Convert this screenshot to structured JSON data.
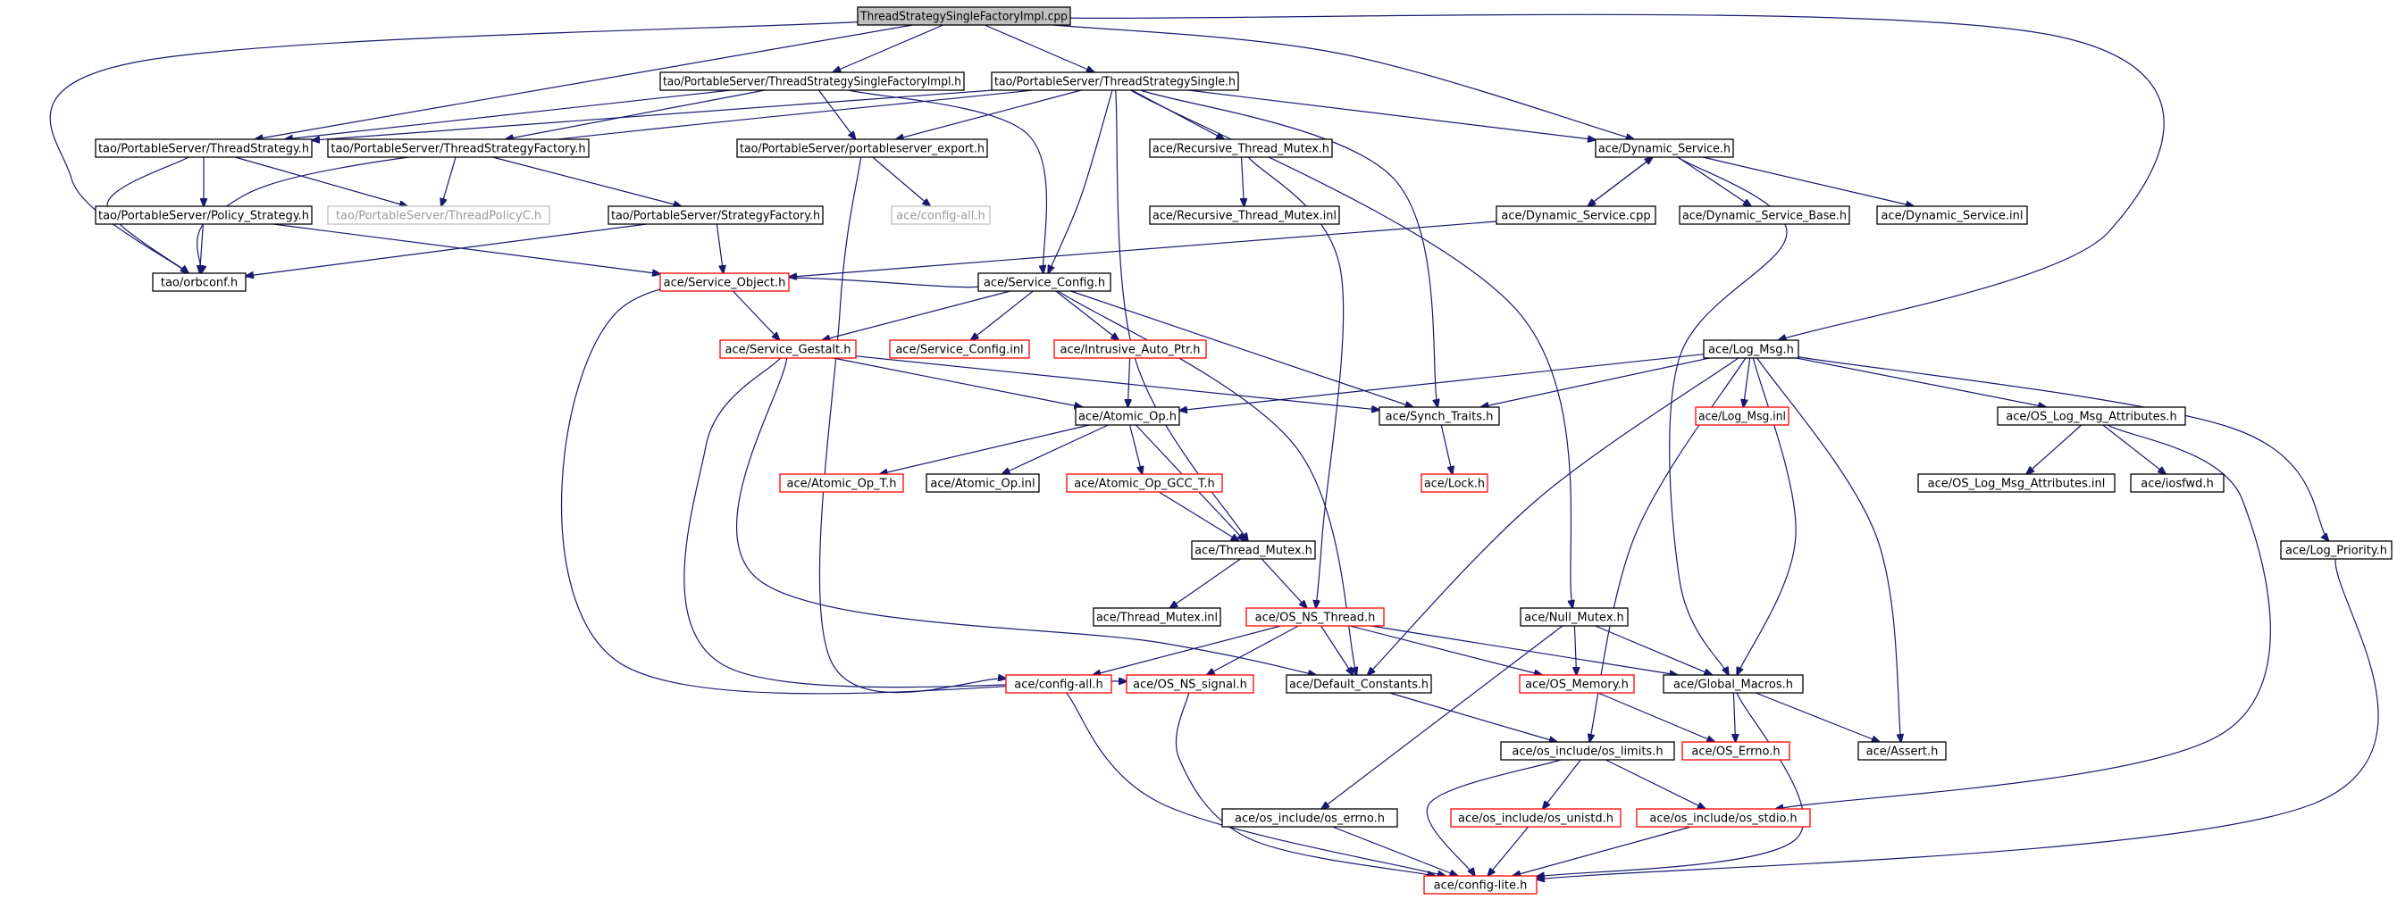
{
  "colors": {
    "edge": "#191970",
    "root_fill": "#bfbfbf",
    "border_normal": "#000000",
    "border_red": "#ff0000",
    "border_grey": "#bfbfbf"
  },
  "nodes": [
    {
      "id": "root",
      "label": "ThreadStrategySingleFactoryImpl.cpp",
      "kind": "root"
    },
    {
      "id": "tsfi_h",
      "label": "tao/PortableServer/ThreadStrategySingleFactoryImpl.h",
      "kind": "normal"
    },
    {
      "id": "tss_h",
      "label": "tao/PortableServer/ThreadStrategySingle.h",
      "kind": "normal"
    },
    {
      "id": "ts_h",
      "label": "tao/PortableServer/ThreadStrategy.h",
      "kind": "normal"
    },
    {
      "id": "tsf_h",
      "label": "tao/PortableServer/ThreadStrategyFactory.h",
      "kind": "normal"
    },
    {
      "id": "pse_h",
      "label": "tao/PortableServer/portableserver_export.h",
      "kind": "normal"
    },
    {
      "id": "rtm_h",
      "label": "ace/Recursive_Thread_Mutex.h",
      "kind": "normal"
    },
    {
      "id": "dyn_h",
      "label": "ace/Dynamic_Service.h",
      "kind": "normal"
    },
    {
      "id": "ps_h",
      "label": "tao/PortableServer/Policy_Strategy.h",
      "kind": "normal"
    },
    {
      "id": "tpc_h",
      "label": "tao/PortableServer/ThreadPolicyC.h",
      "kind": "grey"
    },
    {
      "id": "sf_h",
      "label": "tao/PortableServer/StrategyFactory.h",
      "kind": "normal"
    },
    {
      "id": "cfgall_top",
      "label": "ace/config-all.h",
      "kind": "grey"
    },
    {
      "id": "rtm_inl",
      "label": "ace/Recursive_Thread_Mutex.inl",
      "kind": "normal"
    },
    {
      "id": "dyn_cpp",
      "label": "ace/Dynamic_Service.cpp",
      "kind": "normal"
    },
    {
      "id": "dynb_h",
      "label": "ace/Dynamic_Service_Base.h",
      "kind": "normal"
    },
    {
      "id": "dyn_inl",
      "label": "ace/Dynamic_Service.inl",
      "kind": "normal"
    },
    {
      "id": "orbconf",
      "label": "tao/orbconf.h",
      "kind": "normal"
    },
    {
      "id": "so_h",
      "label": "ace/Service_Object.h",
      "kind": "red"
    },
    {
      "id": "sc_h",
      "label": "ace/Service_Config.h",
      "kind": "normal"
    },
    {
      "id": "sg_h",
      "label": "ace/Service_Gestalt.h",
      "kind": "red"
    },
    {
      "id": "sc_inl",
      "label": "ace/Service_Config.inl",
      "kind": "red"
    },
    {
      "id": "iap_h",
      "label": "ace/Intrusive_Auto_Ptr.h",
      "kind": "red"
    },
    {
      "id": "logmsg_h",
      "label": "ace/Log_Msg.h",
      "kind": "normal"
    },
    {
      "id": "aop_h",
      "label": "ace/Atomic_Op.h",
      "kind": "normal"
    },
    {
      "id": "st_h",
      "label": "ace/Synch_Traits.h",
      "kind": "normal"
    },
    {
      "id": "logmsg_inl",
      "label": "ace/Log_Msg.inl",
      "kind": "red"
    },
    {
      "id": "oslma_h",
      "label": "ace/OS_Log_Msg_Attributes.h",
      "kind": "normal"
    },
    {
      "id": "aopt_h",
      "label": "ace/Atomic_Op_T.h",
      "kind": "red"
    },
    {
      "id": "aop_inl",
      "label": "ace/Atomic_Op.inl",
      "kind": "normal"
    },
    {
      "id": "aopg_h",
      "label": "ace/Atomic_Op_GCC_T.h",
      "kind": "red"
    },
    {
      "id": "lock_h",
      "label": "ace/Lock.h",
      "kind": "red"
    },
    {
      "id": "oslma_inl",
      "label": "ace/OS_Log_Msg_Attributes.inl",
      "kind": "normal"
    },
    {
      "id": "iosfwd_h",
      "label": "ace/iosfwd.h",
      "kind": "normal"
    },
    {
      "id": "tm_h",
      "label": "ace/Thread_Mutex.h",
      "kind": "normal"
    },
    {
      "id": "logprio_h",
      "label": "ace/Log_Priority.h",
      "kind": "normal"
    },
    {
      "id": "tm_inl",
      "label": "ace/Thread_Mutex.inl",
      "kind": "normal"
    },
    {
      "id": "osnst_h",
      "label": "ace/OS_NS_Thread.h",
      "kind": "red"
    },
    {
      "id": "nm_h",
      "label": "ace/Null_Mutex.h",
      "kind": "normal"
    },
    {
      "id": "cfgall",
      "label": "ace/config-all.h",
      "kind": "red"
    },
    {
      "id": "osnss_h",
      "label": "ace/OS_NS_signal.h",
      "kind": "red"
    },
    {
      "id": "dc_h",
      "label": "ace/Default_Constants.h",
      "kind": "normal"
    },
    {
      "id": "osmem_h",
      "label": "ace/OS_Memory.h",
      "kind": "red"
    },
    {
      "id": "gm_h",
      "label": "ace/Global_Macros.h",
      "kind": "normal"
    },
    {
      "id": "osil_h",
      "label": "ace/os_include/os_limits.h",
      "kind": "normal"
    },
    {
      "id": "oserrno_h",
      "label": "ace/OS_Errno.h",
      "kind": "red"
    },
    {
      "id": "assert_h",
      "label": "ace/Assert.h",
      "kind": "normal"
    },
    {
      "id": "osie_h",
      "label": "ace/os_include/os_errno.h",
      "kind": "normal"
    },
    {
      "id": "osiu_h",
      "label": "ace/os_include/os_unistd.h",
      "kind": "red"
    },
    {
      "id": "osis_h",
      "label": "ace/os_include/os_stdio.h",
      "kind": "red"
    },
    {
      "id": "cfglite",
      "label": "ace/config-lite.h",
      "kind": "red"
    }
  ]
}
